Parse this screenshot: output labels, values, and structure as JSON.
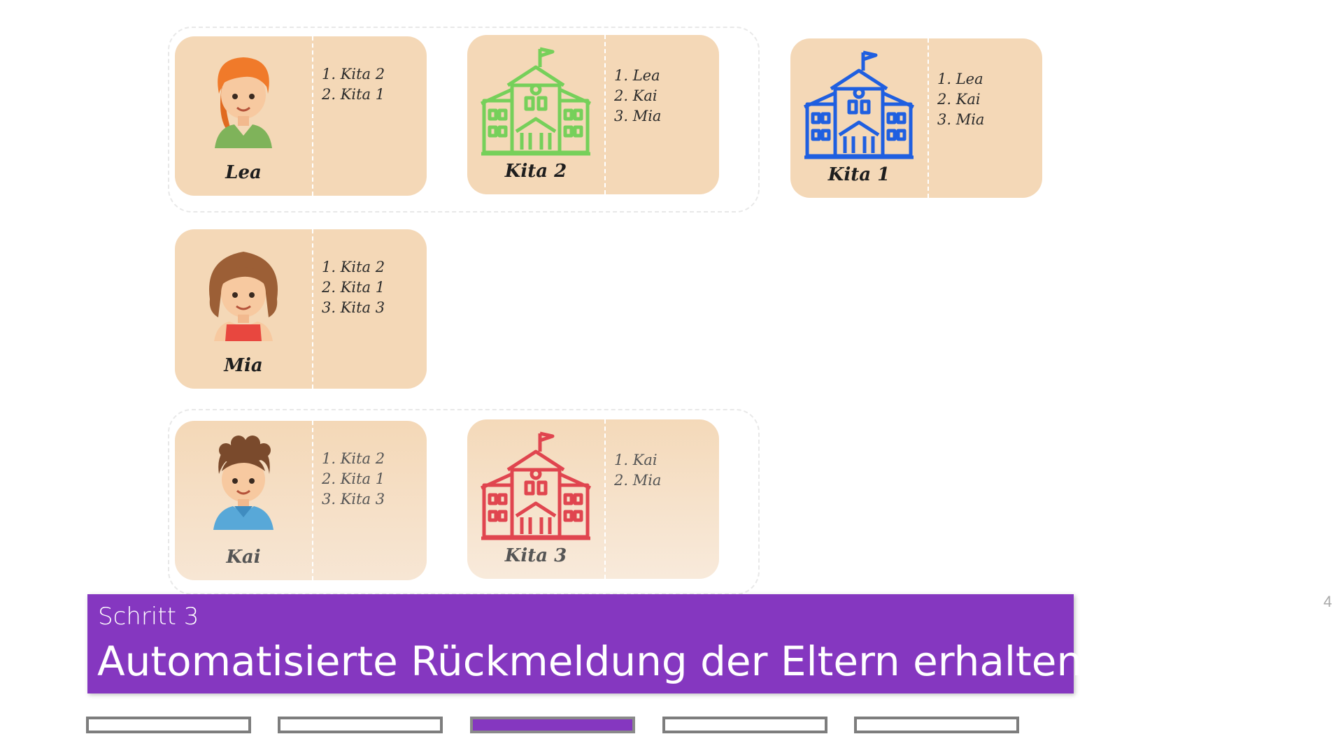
{
  "cards": {
    "lea": {
      "name": "Lea",
      "prefs": [
        "1.  Kita 2",
        "2.  Kita 1"
      ]
    },
    "kita2": {
      "name": "Kita 2",
      "prefs": [
        "1.  Lea",
        "2.  Kai",
        "3.  Mia"
      ]
    },
    "kita1": {
      "name": "Kita 1",
      "prefs": [
        "1.  Lea",
        "2.  Kai",
        "3.  Mia"
      ]
    },
    "mia": {
      "name": "Mia",
      "prefs": [
        "1.  Kita 2",
        "2.  Kita 1",
        "3.  Kita 3"
      ]
    },
    "kai": {
      "name": "Kai",
      "prefs": [
        "1.  Kita 2",
        "2.  Kita 1",
        "3.  Kita 3"
      ]
    },
    "kita3": {
      "name": "Kita 3",
      "prefs": [
        "1.   Kai",
        "2.  Mia"
      ]
    }
  },
  "icons": {
    "lea": "girl-avatar-icon",
    "mia": "girl-avatar-icon",
    "kai": "boy-avatar-icon",
    "kita1": "school-building-icon",
    "kita2": "school-building-icon",
    "kita3": "school-building-icon"
  },
  "colors": {
    "card": "#f4d8b7",
    "kita1": "#1f5fe0",
    "kita2": "#76d05a",
    "kita3": "#e0454f",
    "banner": "#8537c0"
  },
  "banner": {
    "step": "Schritt 3",
    "title": "Automatisierte Rückmeldung der Eltern erhalten"
  },
  "page_number": "4",
  "progress": {
    "current_step": 3,
    "total_steps": 5
  }
}
